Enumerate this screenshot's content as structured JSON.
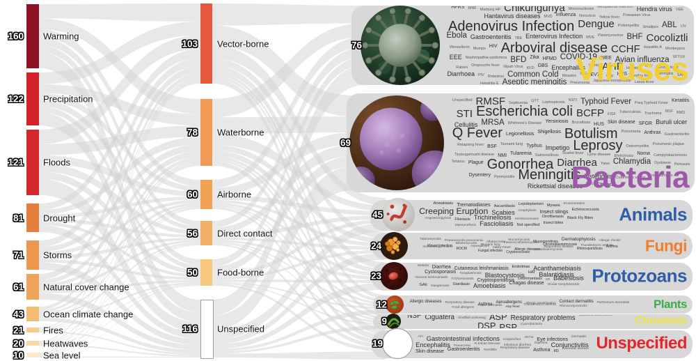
{
  "chart_data": {
    "type": "sankey",
    "band_color": "#D8D8D8",
    "link_color": "#D2D2D2",
    "hazards": [
      {
        "label": "Warming",
        "value": 160,
        "color": "#8C1127"
      },
      {
        "label": "Precipitation",
        "value": 122,
        "color": "#D2232A"
      },
      {
        "label": "Floods",
        "value": 121,
        "color": "#D42A2E"
      },
      {
        "label": "Drought",
        "value": 81,
        "color": "#E57F3E"
      },
      {
        "label": "Storms",
        "value": 71,
        "color": "#EC9850"
      },
      {
        "label": "Natural cover change",
        "value": 61,
        "color": "#EEA45B"
      },
      {
        "label": "Ocean climate change",
        "value": 43,
        "color": "#F2BC74"
      },
      {
        "label": "Fires",
        "value": 21,
        "color": "#F5CC8C"
      },
      {
        "label": "Heatwaves",
        "value": 20,
        "color": "#F8DCA8"
      },
      {
        "label": "Sea level",
        "value": 10,
        "color": "#FBEAC6"
      }
    ],
    "transmissions": [
      {
        "label": "Vector-borne",
        "value": 103,
        "color": "#E4593C"
      },
      {
        "label": "Waterborne",
        "value": 78,
        "color": "#F09A55"
      },
      {
        "label": "Airborne",
        "value": 60,
        "color": "#F0A152"
      },
      {
        "label": "Direct contact",
        "value": 56,
        "color": "#F3B168"
      },
      {
        "label": "Food-borne",
        "value": 50,
        "color": "#F6C97E"
      },
      {
        "label": "Unspecified",
        "value": 116,
        "color": "#FFFFFF",
        "border": "#9C9C9C"
      }
    ],
    "pathogens": [
      {
        "label": "Viruses",
        "value": 76,
        "color": "#F3CE2F",
        "words": [
          [
            "HFRS",
            2
          ],
          [
            "WNF",
            1
          ],
          [
            "Marburg HF",
            1
          ],
          [
            "Chikungunya",
            5
          ],
          [
            "Mononucleosis",
            1
          ],
          [
            "Henipavirus Infection",
            1
          ],
          [
            "Hendra virus",
            3
          ],
          [
            "VEE",
            1
          ],
          [
            "Hantavirus diseases",
            3
          ],
          [
            "MVD",
            1
          ],
          [
            "Influenza",
            2
          ],
          [
            "Norovirus",
            1
          ],
          [
            "Yellow fever",
            1
          ],
          [
            "Powassan Virus",
            1
          ],
          [
            "Adenovirus Infection",
            6
          ],
          [
            "Dengue",
            5
          ],
          [
            "Poliomyelitis",
            1
          ],
          [
            "Smallpox",
            1
          ],
          [
            "ABL",
            4
          ],
          [
            "LIV",
            1
          ],
          [
            "Ebola",
            4
          ],
          [
            "Gastroenteritis",
            3
          ],
          [
            "TBE",
            1
          ],
          [
            "Enterovirus Infection",
            3
          ],
          [
            "MVE",
            1
          ],
          [
            "Paramyxovirus",
            1
          ],
          [
            "BHF",
            4
          ],
          [
            "Cocoliztli",
            5
          ],
          [
            "Wesselbron",
            1
          ],
          [
            "Mumps",
            1
          ],
          [
            "HIV",
            2
          ],
          [
            "Arboviral disease",
            6
          ],
          [
            "CCHF",
            5
          ],
          [
            "Hepatitis A",
            1
          ],
          [
            "Monkeypox",
            1
          ],
          [
            "EEE",
            3
          ],
          [
            "Nephropathia epidemica",
            1
          ],
          [
            "BFD",
            4
          ],
          [
            "Zika",
            2
          ],
          [
            "HFMD",
            2
          ],
          [
            "COVID-19",
            4
          ],
          [
            "WEE",
            2
          ],
          [
            "Avian influenza",
            4
          ],
          [
            "SFTSV",
            1
          ],
          [
            "Rabies",
            1
          ],
          [
            "Oropouche fever",
            1
          ],
          [
            "Nipah Virus",
            1
          ],
          [
            "KFD",
            1
          ],
          [
            "GBS",
            2
          ],
          [
            "Encephalitis",
            3
          ],
          [
            "Warts",
            1
          ],
          [
            "AHF",
            5
          ],
          [
            "Hepatitis",
            1
          ],
          [
            "RSV",
            1
          ],
          [
            "Sandfly fever",
            1
          ],
          [
            "Diarrhoea",
            3
          ],
          [
            "PIV",
            1
          ],
          [
            "Rotavirus",
            1
          ],
          [
            "Common Cold",
            4
          ],
          [
            "Measles",
            1
          ],
          [
            "SLE",
            1
          ],
          [
            "EV71",
            2
          ],
          [
            "VHF",
            1
          ],
          [
            "HPS",
            2
          ],
          [
            "Sindbis fever",
            1
          ],
          [
            "Meningitis",
            1
          ],
          [
            "SARS",
            1
          ],
          [
            "Hepatitis E",
            1
          ],
          [
            "Aseptic meningitis",
            4
          ],
          [
            "Pneumonia",
            1
          ],
          [
            "Japanese encephalitis",
            1
          ],
          [
            "Lassa fever",
            1
          ]
        ]
      },
      {
        "label": "Bacteria",
        "value": 69,
        "color": "#9C59A8",
        "words": [
          [
            "Unspecified",
            1
          ],
          [
            "RMSF",
            5
          ],
          [
            "Septicemia",
            1
          ],
          [
            "QTT",
            1
          ],
          [
            "Leptospirosis",
            1
          ],
          [
            "NSTI",
            1
          ],
          [
            "Typhoid Fever",
            4
          ],
          [
            "Para Typhoid Fever",
            1
          ],
          [
            "Keratitis",
            2
          ],
          [
            "STI",
            5
          ],
          [
            "Escherichia coli",
            6
          ],
          [
            "BCFP",
            5
          ],
          [
            "FISF",
            1
          ],
          [
            "Tuberculosis",
            1
          ],
          [
            "Trachoma",
            1
          ],
          [
            "MSF",
            1
          ],
          [
            "BMD",
            1
          ],
          [
            "Cellulitis",
            3
          ],
          [
            "MRSA",
            4
          ],
          [
            "Whitmore's Disease",
            1
          ],
          [
            "Yersiniosis",
            2
          ],
          [
            "Brucellosis",
            1
          ],
          [
            "HUS",
            2
          ],
          [
            "Skin disease",
            2
          ],
          [
            "SFGR",
            2
          ],
          [
            "Buruli ulcer",
            3
          ],
          [
            "Q Fever",
            6
          ],
          [
            "Legionellosis",
            2
          ],
          [
            "Shigellosis",
            2
          ],
          [
            "Botulism",
            6
          ],
          [
            "Pneumonia",
            1
          ],
          [
            "Anthrax",
            2
          ],
          [
            "Gastroenteritis",
            1
          ],
          [
            "Relapsing fever",
            1
          ],
          [
            "BSF",
            2
          ],
          [
            "Tsunami lung",
            1
          ],
          [
            "Typhus",
            2
          ],
          [
            "Impetigo",
            3
          ],
          [
            "Leprosy",
            6
          ],
          [
            "Osteomyelitis",
            1
          ],
          [
            "Pneumonic plague",
            1
          ],
          [
            "Tsutsugamushi disease",
            1
          ],
          [
            "NMI",
            2
          ],
          [
            "Tularemia",
            2
          ],
          [
            "Salmonellosis",
            1
          ],
          [
            "Scarlet fever",
            1
          ],
          [
            "Lyme disease",
            1
          ],
          [
            "Ehrlichiosis",
            1
          ],
          [
            "Noma",
            2
          ],
          [
            "Campylobacteriosis",
            1
          ],
          [
            "Tetanus",
            1
          ],
          [
            "Plague",
            2
          ],
          [
            "Gonorrhea",
            6
          ],
          [
            "Diarrhea",
            5
          ],
          [
            "Yaws",
            1
          ],
          [
            "Chlamydia",
            4
          ],
          [
            "Dysbiosis",
            1
          ],
          [
            "Pertussis",
            1
          ],
          [
            "Dysentery",
            2
          ],
          [
            "Pyomyositis",
            1
          ],
          [
            "Meningitis",
            6
          ],
          [
            "Listeriosis",
            3
          ],
          [
            "Cutaneous ulcers",
            1
          ],
          [
            "Anaplasmosis",
            1
          ],
          [
            "Rickettsial diseases",
            3
          ],
          [
            "DLS",
            1
          ],
          [
            "Cholera",
            2
          ]
        ]
      },
      {
        "label": "Animals",
        "value": 45,
        "color": "#2F5DA8",
        "words": [
          [
            "Anisakiasis",
            2
          ],
          [
            "Trematodiases",
            3
          ],
          [
            "Ascaridiasis",
            2
          ],
          [
            "Lepidopterism",
            2
          ],
          [
            "Myiasis",
            2
          ],
          [
            "Envenomation",
            1
          ],
          [
            "Creeping Eruption",
            5
          ],
          [
            "Scabies",
            4
          ],
          [
            "Anaphylaxis",
            1
          ],
          [
            "Insect stings",
            3
          ],
          [
            "Echinococcosis",
            2
          ],
          [
            "Angiostrongylosis",
            1
          ],
          [
            "Filariasis",
            2
          ],
          [
            "Trichinellosis",
            4
          ],
          [
            "Schistosomiasis",
            1
          ],
          [
            "Dirofilariasis",
            2
          ],
          [
            "Black Fly Bites",
            2
          ],
          [
            "Mansonellosis",
            1
          ],
          [
            "Fascioliasis",
            4
          ],
          [
            "Not specified",
            2
          ],
          [
            "Insect bites",
            2
          ]
        ]
      },
      {
        "label": "Fungi",
        "value": 24,
        "color": "#F07E2C",
        "words": [
          [
            "Talaromycosis",
            1
          ],
          [
            "Pneumocystis pneumonia",
            1
          ],
          [
            "Aflatoxicosis",
            1
          ],
          [
            "Mucormycosis",
            1
          ],
          [
            "Microsporidiosis",
            2
          ],
          [
            "Dermatophytosis",
            3
          ],
          [
            "Allergic rhinitis",
            1
          ],
          [
            "Wound infection",
            2
          ],
          [
            "Blastomycosis",
            1
          ],
          [
            "Tsunami lung",
            1
          ],
          [
            "Paracoccidioidomycosis",
            1
          ],
          [
            "Chromoblastomycosis",
            2
          ],
          [
            "Thunderstorm asthma",
            1
          ],
          [
            "Immunosuppression",
            1
          ],
          [
            "ROCM",
            2
          ],
          [
            "Aspergillosis",
            1
          ],
          [
            "Valley Fever",
            1
          ],
          [
            "Allergic diseases",
            2
          ],
          [
            "Respiratory disease",
            1
          ],
          [
            "Rhinosporidiosis",
            2
          ],
          [
            "Asthma",
            2
          ],
          [
            "Fungal infection",
            2
          ],
          [
            "Cryptococcosis",
            2
          ],
          [
            "Coccidioidomycosis",
            1
          ]
        ]
      },
      {
        "label": "Protozoans",
        "value": 23,
        "color": "#2F5DA8",
        "words": [
          [
            "Malaria",
            1
          ],
          [
            "Diarrhea",
            3
          ],
          [
            "Cutaneous leishmaniasis",
            3
          ],
          [
            "Endolimax",
            2
          ],
          [
            "Acanthamebiasis",
            4
          ],
          [
            "Cyclosporiasis",
            3
          ],
          [
            "Toxoplasmosis",
            1
          ],
          [
            "Blastocystosis",
            4
          ],
          [
            "HAT",
            2
          ],
          [
            "Balantidiasis",
            4
          ],
          [
            "Visceral leishmaniasis",
            1
          ],
          [
            "Trichomoniasis",
            1
          ],
          [
            "Cryptosporidiosis",
            3
          ],
          [
            "Leishmaniasis",
            2
          ],
          [
            "IID",
            1
          ],
          [
            "Babesiosis",
            4
          ],
          [
            "GAE",
            2
          ],
          [
            "Naegleriasis",
            1
          ],
          [
            "Giardiasis",
            2
          ],
          [
            "Amoebiasis",
            4
          ],
          [
            "Chagas disease",
            3
          ],
          [
            "Ocular toxoplasmosis",
            1
          ]
        ]
      },
      {
        "label": "Plants",
        "value": 12,
        "color": "#3CAE49",
        "words": [
          [
            "Allergic diseases",
            3
          ],
          [
            "Respiratory disease",
            1
          ],
          [
            "Asthma",
            3
          ],
          [
            "Aeroallergens",
            3
          ],
          [
            "Allergic sensitization",
            1
          ],
          [
            "Contact dermatitis",
            3
          ],
          [
            "Parthenium dermatitis",
            1
          ],
          [
            "Food allergens",
            1
          ],
          [
            "Atopic dermatitis",
            1
          ],
          [
            "Hay fever",
            2
          ],
          [
            "Thunderstorm asthma",
            1
          ],
          [
            "Rhinoconjunctivitis",
            1
          ]
        ]
      },
      {
        "label": "Chromists",
        "value": 9,
        "color": "#EFE33C",
        "words": [
          [
            "NSP",
            4
          ],
          [
            "Ciguatera",
            4
          ],
          [
            "Shellfish poisoning",
            1
          ],
          [
            "ASP",
            5
          ],
          [
            "Respiratory problems",
            4
          ],
          [
            "Gastrointestinal illness",
            1
          ],
          [
            "DSP",
            5
          ],
          [
            "PSP",
            5
          ],
          [
            "Cyanobacteria",
            1
          ]
        ]
      },
      {
        "label": "Unspecified",
        "value": 19,
        "color": "#E2262C",
        "words": [
          [
            "AFI",
            1
          ],
          [
            "Gastrointestinal infections",
            4
          ],
          [
            "Unspecified",
            1
          ],
          [
            "ARTIs",
            1
          ],
          [
            "Eye infections",
            3
          ],
          [
            "Dermatitis",
            1
          ],
          [
            "Encephalitis",
            4
          ],
          [
            "Pneumonia",
            1
          ],
          [
            "Al Eskan Disease",
            1
          ],
          [
            "Infectious diarrhea",
            1
          ],
          [
            "Diarrhea",
            1
          ],
          [
            "Conjunctivitis",
            4
          ],
          [
            "Skin disease",
            3
          ],
          [
            "Gastroenteritis",
            3
          ],
          [
            "Tonsillitis",
            1
          ],
          [
            "Respiratory disease",
            1
          ],
          [
            "Asthma",
            3
          ],
          [
            "IID",
            2
          ],
          [
            "Kawasaki disease",
            1
          ]
        ]
      }
    ]
  }
}
